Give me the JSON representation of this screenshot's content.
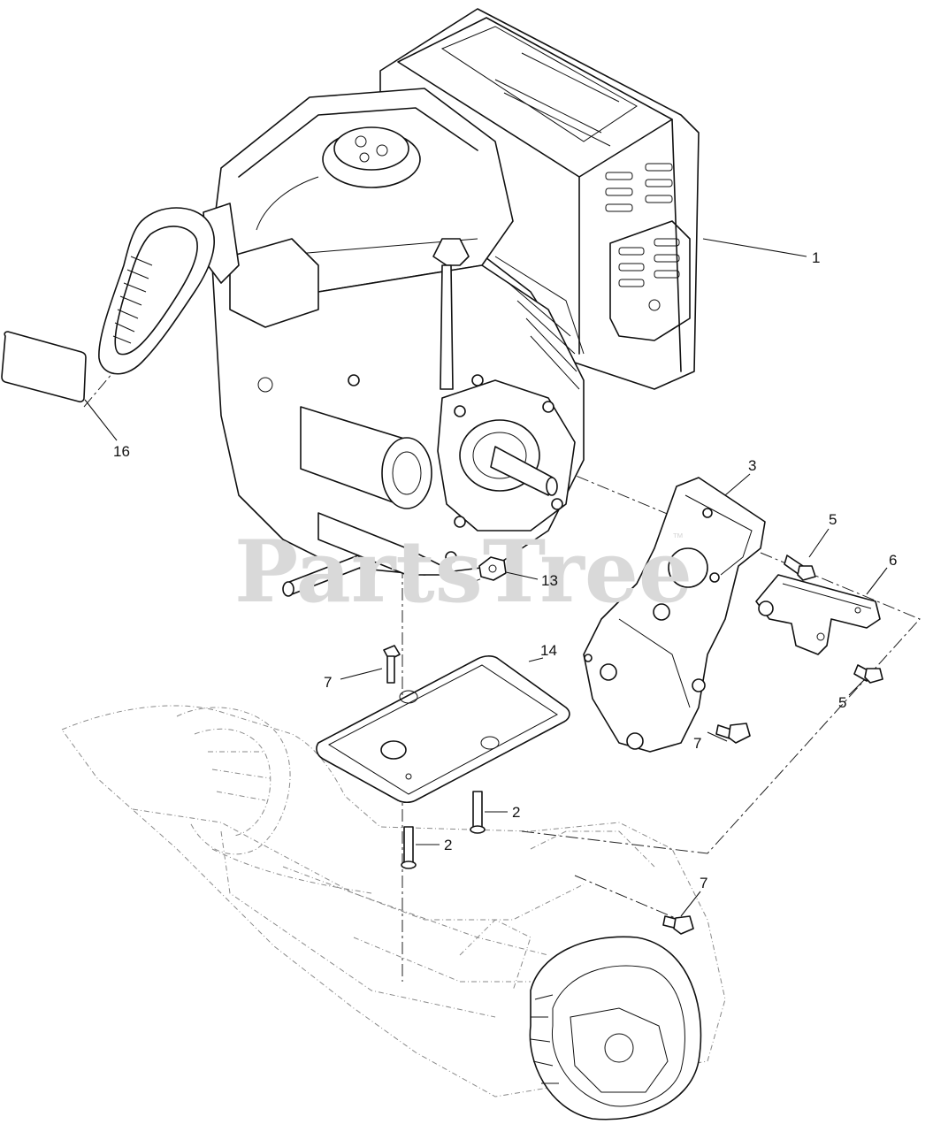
{
  "watermark": {
    "text": "PartsTree",
    "trademark": "™"
  },
  "callouts": [
    {
      "id": "engine",
      "label": "1"
    },
    {
      "id": "decal",
      "label": "16"
    },
    {
      "id": "bracket",
      "label": "3"
    },
    {
      "id": "bolt-5-top",
      "label": "5"
    },
    {
      "id": "plate-6",
      "label": "6"
    },
    {
      "id": "nut-13",
      "label": "13"
    },
    {
      "id": "bolt-5-bottom",
      "label": "5"
    },
    {
      "id": "bolt-7-bracket",
      "label": "7"
    },
    {
      "id": "mount-plate",
      "label": "14"
    },
    {
      "id": "bolt-7-plate",
      "label": "7"
    },
    {
      "id": "pin-2-right",
      "label": "2"
    },
    {
      "id": "pin-2-left",
      "label": "2"
    },
    {
      "id": "bolt-7-frame",
      "label": "7"
    }
  ]
}
